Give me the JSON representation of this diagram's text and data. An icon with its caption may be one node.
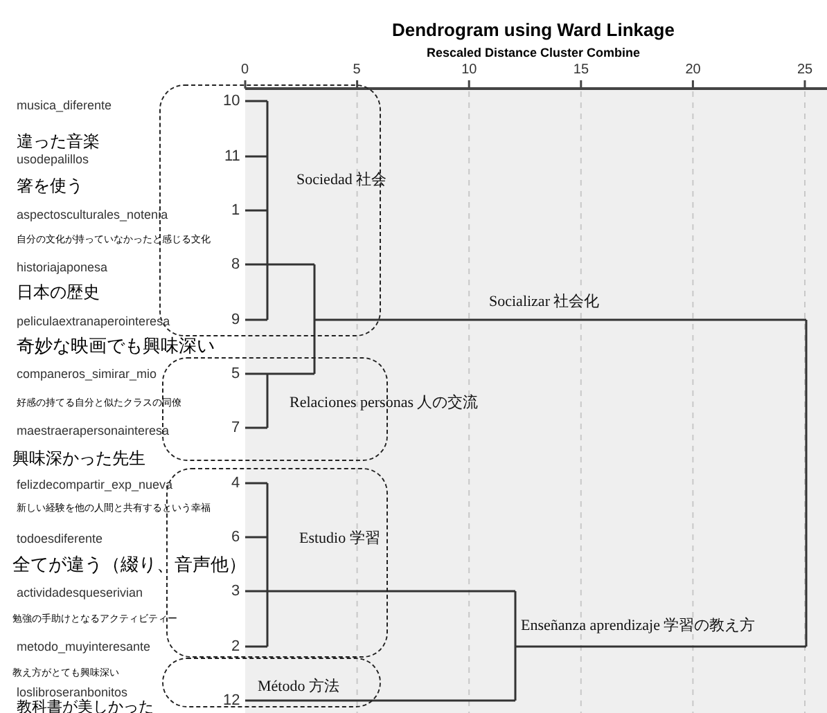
{
  "diagram": {
    "title": "Dendrogram using Ward Linkage",
    "nodes": [
      {
        "text": [
          "Sociedad 社会"
        ]
      },
      {
        "text": [
          "Relaciones personas 人の交流"
        ]
      },
      {
        "text": [
          "Estudio 学習"
        ]
      },
      {
        "text": [
          "Método 方法"
        ]
      }
    ],
    "labels": [
      "Rescaled Distance Cluster Combine",
      "0",
      "5",
      "10",
      "15",
      "20",
      "25",
      "musica_diferente",
      "10",
      "違った音楽",
      "usodepalillos",
      "11",
      "箸を使う",
      "aspectosculturales_notenia",
      "1",
      "自分の文化が持っていなかったと感じる文化",
      "historiajaponesa",
      "8",
      "日本の歴史",
      "peliculaextranaperointeresa",
      "9",
      "奇妙な映画でも興味深い",
      "companeros_simirar_mio",
      "5",
      "好感の持てる自分と似たクラスの同僚",
      "maestraerapersonainteresa",
      "7",
      "興味深かった先生",
      "felizdecompartir_exp_nueva",
      "4",
      "新しい経験を他の人間と共有するという幸福",
      "todoesdiferente",
      "6",
      "全てが違う（綴り、音声他）",
      "actividadesqueserivian",
      "3",
      "勉強の手助けとなるアクティビティー",
      "metodo_muyinteresante",
      "2",
      "教え方がとても興味深い",
      "loslibroseranbonitos",
      "12",
      "教科書が美しかった",
      "Socializar 社会化",
      "Enseñanza aprendizaje 学習の教え方"
    ]
  }
}
